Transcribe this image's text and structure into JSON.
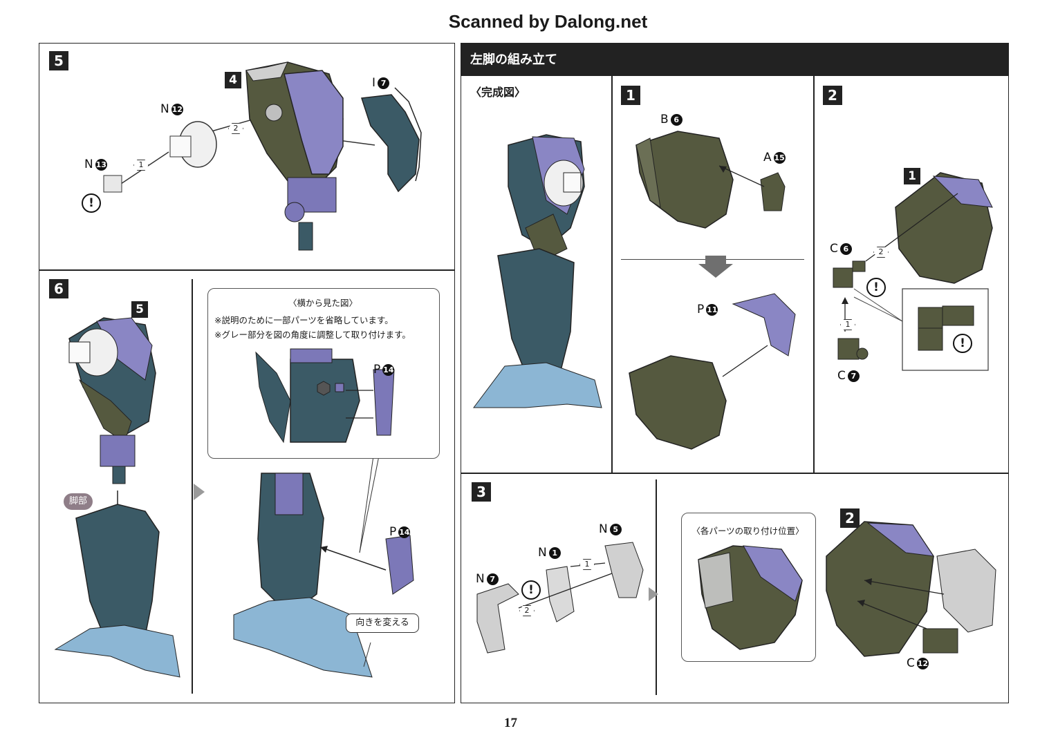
{
  "header": {
    "scan_credit": "Scanned by Dalong.net"
  },
  "left_panel": {
    "step5": {
      "number": "5",
      "sub_number": "4",
      "parts": {
        "n12": {
          "letter": "N",
          "num": "12"
        },
        "n13": {
          "letter": "N",
          "num": "13"
        },
        "i7": {
          "letter": "I",
          "num": "7"
        }
      },
      "order": [
        "1",
        "2"
      ],
      "warn": "!"
    },
    "step6": {
      "number": "6",
      "sub_number": "5",
      "leg_tag": "脚部",
      "inset": {
        "title": "〈横から見た図〉",
        "note1": "※説明のために一部パーツを省略しています。",
        "note2": "※グレー部分を図の角度に調整して取り付けます。",
        "part": {
          "letter": "P",
          "num": "14"
        }
      },
      "part_p14": {
        "letter": "P",
        "num": "14"
      },
      "direction_note": "向きを変える"
    }
  },
  "right_panel": {
    "title": "左脚の組み立て",
    "completed_label": "〈完成図〉",
    "step1": {
      "number": "1",
      "b6": {
        "letter": "B",
        "num": "6"
      },
      "a15": {
        "letter": "A",
        "num": "15"
      },
      "p11": {
        "letter": "P",
        "num": "11"
      }
    },
    "step2": {
      "number": "2",
      "sub_number": "1",
      "c6": {
        "letter": "C",
        "num": "6"
      },
      "c7": {
        "letter": "C",
        "num": "7"
      },
      "order": [
        "1",
        "2"
      ],
      "warn": "!"
    },
    "step3": {
      "number": "3",
      "n5": {
        "letter": "N",
        "num": "5"
      },
      "n1": {
        "letter": "N",
        "num": "1"
      },
      "n7": {
        "letter": "N",
        "num": "7"
      },
      "order": [
        "1",
        "2"
      ],
      "warn": "!",
      "positions_label": "〈各パーツの取り付け位置〉",
      "sub_number": "2",
      "c12": {
        "letter": "C",
        "num": "12"
      }
    }
  },
  "footer": {
    "page_number": "17"
  },
  "colors": {
    "lavender": "#8a86c4",
    "olive": "#4a4f3d",
    "teal": "#3b5a66",
    "lightblue": "#8cb6d4",
    "gray": "#c9c9c9",
    "dark": "#222222"
  }
}
